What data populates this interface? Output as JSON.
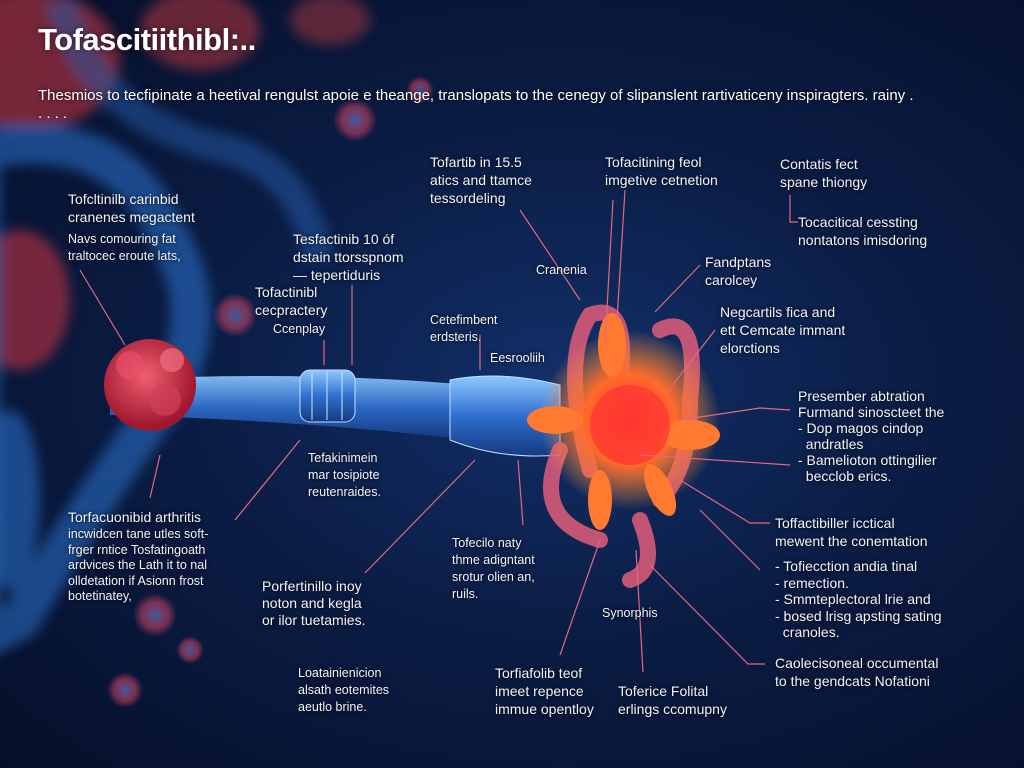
{
  "title": "Tofascitiithibl:..",
  "subtitle": "Thesmios to tecfipinate a heetival rengulst apoie e theange, translopats to the cenegy of slipanslent rartivaticeny inspiragters. rainy . . . . .",
  "labels": [
    "Tofcltinilb carinbid\ncranenes megactent",
    "Navs comouring fat\ntraltocec eroute lats,",
    "Tesfactinib 10 óf\ndstain ttorsspnom\n— tepertiduris",
    "Tofactinibl\ncecpractery",
    "Ccenplay",
    "Tofartib in 15.5\natics and ttamce\ntessordeling",
    "Tofacitining feol\nimgetive cetnetion",
    "Contatis fect\nspane thiongy",
    "Tocacitical cessting\nnontatons imisdoring",
    "Cranenia",
    "Fandptans\ncarolcey",
    "Negcartils fica and\nett Cemcate immant\nelorctions",
    "Cetefimbent\nerdsteris.",
    "Eesrooliih",
    "Presember abtration\nFurmand sinoscteet the\n- Dop magos cindop\n  andratles\n- Bamelioton ottingilier\n  becclob erics.",
    "Toffactibiller icctical\nmewent the conemtation",
    "- Tofiecction andia tinal\n- remection.\n- Smmteplectoral lrie and\n- bosed lrisg apsting sating\n  cranoles.",
    "Caolecisoneal occumental\nto the gendcats Nofationi",
    "Tefakinimein\nmar tosipiote\nreutenraides.",
    "Torfacuonibid arthritis",
    "incwidcen tane utles soft-\nfrger rntice Tosfatingoath\nardvices the Lath it to nal\nolldetation if Asionn frost\nbotetinatey,",
    "Porfertinillo inoy\nnoton and kegla\nor ilor tuetamies.",
    "Tofecilo naty\nthme adigntant\nsrotur olien an,\nruils.",
    "Synorphis",
    "Loatainienicion\nalsath eotemites\naeutlo brine.",
    "Torfiafolib teof\nimeet repence\nimmue opentloy",
    "Toferice Folital\nerlings ccomupny"
  ],
  "colors": {
    "leader": "#e4677e",
    "receptor": "#ff5a2a",
    "vessel": "#3f8fe6",
    "background": "#0b1d45"
  }
}
